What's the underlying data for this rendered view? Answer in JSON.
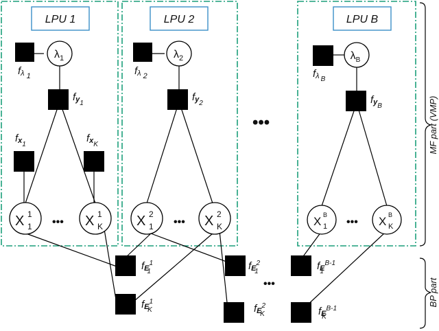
{
  "lpus": [
    {
      "title": "LPU 1",
      "lambda": "λ",
      "lambda_sub": "1",
      "f_lambda": "f",
      "f_lambda_sub": "λ",
      "f_lambda_subsub": "1",
      "f_y": "f",
      "f_y_sub": "y",
      "f_y_subsub": "1",
      "f_x1": "f",
      "f_x1_sub": "x",
      "f_x1_subsub": "1",
      "f_xK": "f",
      "f_xK_sub": "x",
      "f_xK_subsub": "K",
      "x_left_base": "X",
      "x_left_sup": "1",
      "x_left_sub": "1",
      "x_right_base": "X",
      "x_right_sup": "1",
      "x_right_sub": "K"
    },
    {
      "title": "LPU 2",
      "lambda": "λ",
      "lambda_sub": "2",
      "f_lambda": "f",
      "f_lambda_sub": "λ",
      "f_lambda_subsub": "2",
      "f_y": "f",
      "f_y_sub": "y",
      "f_y_subsub": "2",
      "x_left_base": "X",
      "x_left_sup": "2",
      "x_left_sub": "1",
      "x_right_base": "X",
      "x_right_sup": "2",
      "x_right_sub": "K"
    },
    {
      "title": "LPU B",
      "lambda": "λ",
      "lambda_sub": "B",
      "f_lambda": "f",
      "f_lambda_sub": "λ",
      "f_lambda_subsub": "B",
      "f_y": "f",
      "f_y_sub": "y",
      "f_y_subsub": "B",
      "x_left_base": "X",
      "x_left_sup": "B",
      "x_left_sub": "1",
      "x_right_base": "X",
      "x_right_sup": "B",
      "x_right_sub": "K"
    }
  ],
  "inner_dots": "•••",
  "mid_dots": "•••",
  "bp_dots": "•••",
  "bp_factors": [
    {
      "base": "f",
      "sub": "E",
      "sup": "1",
      "subsub": "1"
    },
    {
      "base": "f",
      "sub": "E",
      "sup": "1",
      "subsub": "K"
    },
    {
      "base": "f",
      "sub": "E",
      "sup": "2",
      "subsub": "1"
    },
    {
      "base": "f",
      "sub": "E",
      "sup": "2",
      "subsub": "K"
    },
    {
      "base": "f",
      "sub": "E",
      "sup": "B-1",
      "subsub": "1"
    },
    {
      "base": "f",
      "sub": "E",
      "sup": "B-1",
      "subsub": "K"
    }
  ],
  "mf_label": "MF part (VMP)",
  "bp_label": "BP part",
  "colors": {
    "frame": "#1a9e7a",
    "title_box": "#3a8fc8",
    "node": "#000000"
  }
}
